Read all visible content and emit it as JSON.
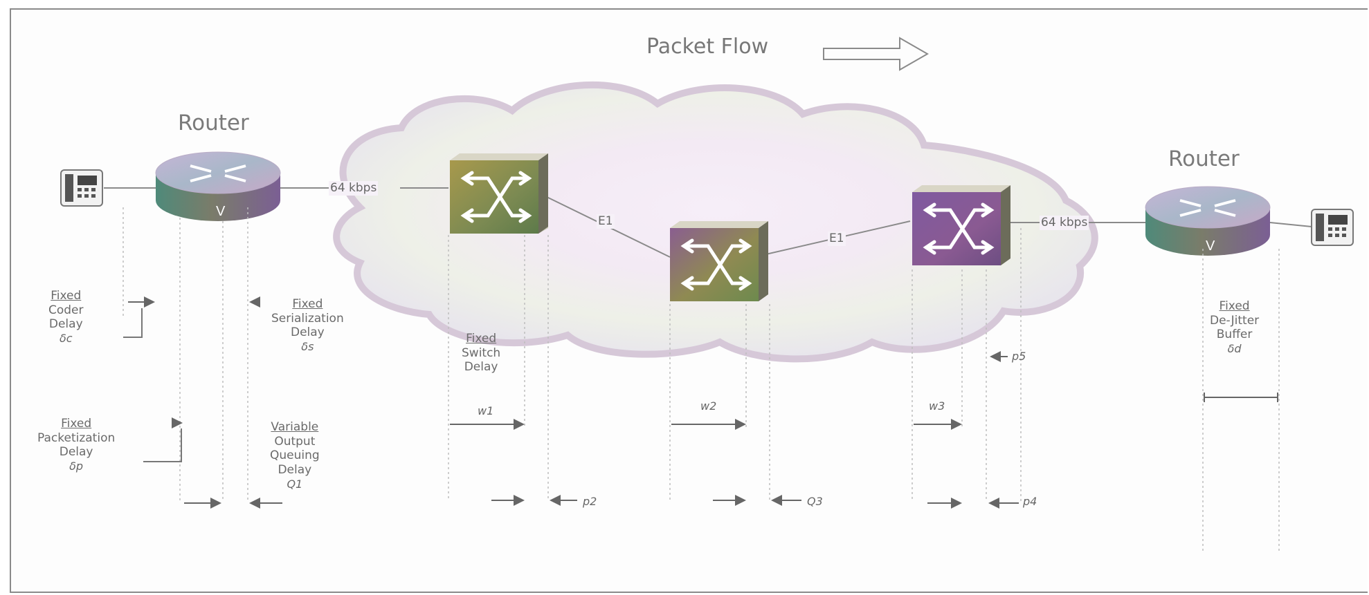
{
  "header": {
    "packet_flow": "Packet Flow",
    "arrow_icon": "hollow-right-arrow"
  },
  "nodes": {
    "router_left": "Router",
    "router_right": "Router",
    "router_badge": "V",
    "phone_icon": "telephone-icon",
    "switch_icon": "atm-switch-icon"
  },
  "links": {
    "left_trunk": "64 kbps",
    "e1_a": "E1",
    "e1_b": "E1",
    "right_trunk": "64 kbps"
  },
  "delays": {
    "coder": {
      "l1": "Fixed",
      "l2": "Coder",
      "l3": "Delay",
      "sym": "δc"
    },
    "packetization": {
      "l1": "Fixed",
      "l2": "Packetization",
      "l3": "Delay",
      "sym": "δp"
    },
    "serialization": {
      "l1": "Fixed",
      "l2": "Serialization",
      "l3": "Delay",
      "sym": "δs"
    },
    "queuing": {
      "l1": "Variable",
      "l2": "Output",
      "l3": "Queuing",
      "l4": "Delay",
      "sym": "Q1"
    },
    "switch": {
      "l1": "Fixed",
      "l2": "Switch",
      "l3": "Delay"
    },
    "dejitter": {
      "l1": "Fixed",
      "l2": "De-Jitter",
      "l3": "Buffer",
      "sym": "δd"
    }
  },
  "symbols": {
    "w1": "w1",
    "w2": "w2",
    "w3": "w3",
    "p2": "p2",
    "q3": "Q3",
    "p4": "p4",
    "p5": "p5"
  },
  "colors": {
    "cloud_edge": "#d8cdd8",
    "router_top": "#b8a6c8",
    "router_body": "#5f8a7e",
    "switch_face_a": "#9b8f4a",
    "switch_face_b": "#7b5a8c",
    "line": "#7a7a7a"
  }
}
